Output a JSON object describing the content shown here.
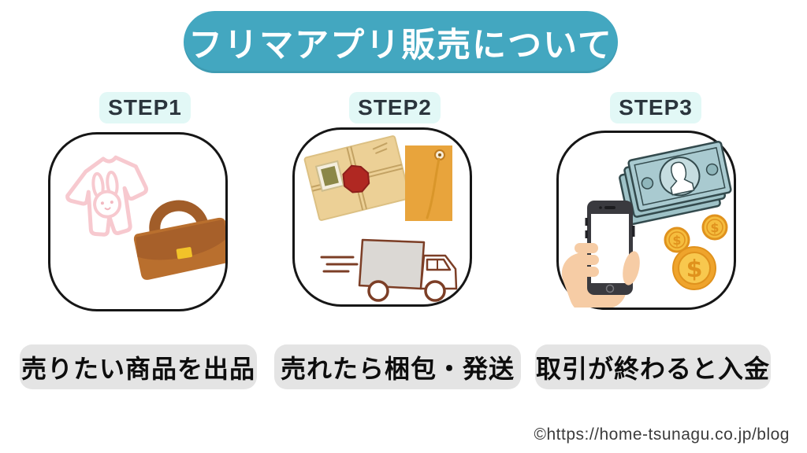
{
  "page": {
    "title": "フリマアプリ販売について",
    "footer_credit": "©https://home-tsunagu.co.jp/blog"
  },
  "colors": {
    "background": "#ffffff",
    "banner_bg": "#43a7c0",
    "banner_text": "#ffffff",
    "step_label_bg": "#e2f8f6",
    "step_label_text": "#2b353d",
    "card_border": "#161616",
    "caption_bg": "#e4e4e4",
    "caption_text": "#0d0d0d",
    "footer_text": "#3c3c3c",
    "onesie_pink": "#f7c9cf",
    "handbag_brown": "#b96f2e",
    "package_tan": "#ecd096",
    "wax_seal_red": "#b02822",
    "envelope_amber": "#e8a43c",
    "truck_outline": "#7c3e26",
    "bill_teal": "#a9cad0",
    "coin_gold": "#f5bd3e",
    "coin_symbol": "#e0921d",
    "hand_skin": "#f6cca5",
    "phone_dark": "#3a3a3f"
  },
  "steps": [
    {
      "label": "STEP1",
      "caption": "売りたい商品を出品",
      "icons": [
        "baby-onesie",
        "handbag"
      ]
    },
    {
      "label": "STEP2",
      "caption": "売れたら梱包・発送",
      "icons": [
        "wrapped-package",
        "envelope",
        "delivery-truck"
      ]
    },
    {
      "label": "STEP3",
      "caption": "取引が終わると入金",
      "icons": [
        "money-bills",
        "hand-holding-smartphone",
        "coins"
      ]
    }
  ]
}
